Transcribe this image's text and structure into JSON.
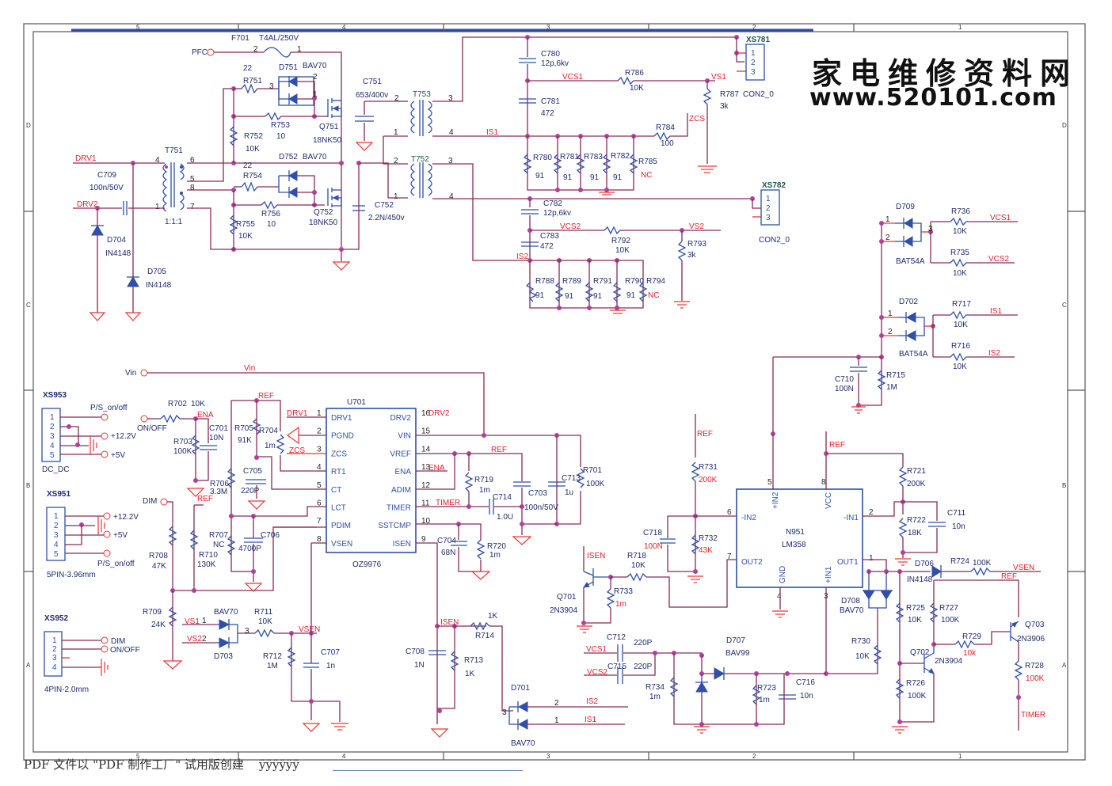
{
  "watermark": {
    "chinese": "家电维修资料网",
    "url": "www.520101.com"
  },
  "footer": {
    "text": "PDF 文件以 \"PDF 制作工厂\" 试用版创建",
    "trail": "ÿÿÿÿÿÿ"
  },
  "grid": {
    "top_cols": [
      "5",
      "4",
      "3",
      "2",
      "1"
    ],
    "bottom_cols": [
      "5",
      "4",
      "3",
      "2",
      "1"
    ],
    "left_rows": [
      "D",
      "C",
      "B",
      "A"
    ],
    "right_rows": [
      "D",
      "C",
      "B",
      "A"
    ]
  },
  "colors": {
    "wire": "#8a2a55",
    "net_label": "#e0202a",
    "component": "#2f4fa8",
    "junction": "#b0409a",
    "ground": "#e33333"
  },
  "nets": {
    "pfc": "PFC",
    "drv1": "DRV1",
    "drv2": "DRV2",
    "vin_port": "Vin",
    "vin_net": "Vin",
    "vcs1": "VCS1",
    "vcs2": "VCS2",
    "vs1": "VS1",
    "vs2": "VS2",
    "is1": "IS1",
    "is2": "IS2",
    "zcs": "ZCS",
    "ref": "REF",
    "ena": "ENA",
    "timer": "TIMER",
    "isen": "ISEN",
    "vsen": "VSEN",
    "dim": "DIM",
    "onoff": "ON/OFF"
  },
  "components": {
    "F701": {
      "ref": "F701",
      "value": "T4AL/250V"
    },
    "R751": {
      "ref": "R751",
      "value": "22"
    },
    "D751": {
      "ref": "D751",
      "value": "BAV70"
    },
    "R753": {
      "ref": "R753",
      "value": "10"
    },
    "R752": {
      "ref": "R752",
      "value": "10K"
    },
    "Q751": {
      "ref": "Q751",
      "value": "18NK50"
    },
    "D752": {
      "ref": "D752",
      "value": "BAV70"
    },
    "R754": {
      "ref": "R754",
      "value": "22"
    },
    "R756": {
      "ref": "R756",
      "value": "10"
    },
    "R755": {
      "ref": "R755",
      "value": "10K"
    },
    "Q752": {
      "ref": "Q752",
      "value": "18NK50"
    },
    "T751": {
      "ref": "T751",
      "value": "1:1:1"
    },
    "C709": {
      "ref": "C709",
      "value": "100n/50V"
    },
    "D704": {
      "ref": "D704",
      "value": "IN4148"
    },
    "D705": {
      "ref": "D705",
      "value": "IN4148"
    },
    "C751": {
      "ref": "C751",
      "value": "653/400v"
    },
    "C752": {
      "ref": "C752",
      "value": "2.2N/450v"
    },
    "T753": {
      "ref": "T753"
    },
    "T752": {
      "ref": "T752"
    },
    "C780": {
      "ref": "C780",
      "value": "12p,6kv"
    },
    "C781": {
      "ref": "C781",
      "value": "472"
    },
    "R786": {
      "ref": "R786",
      "value": "10K"
    },
    "R787": {
      "ref": "R787",
      "value": "3k"
    },
    "R784": {
      "ref": "R784",
      "value": "100"
    },
    "R780": {
      "ref": "R780",
      "value": "91"
    },
    "R781": {
      "ref": "R781",
      "value": "91"
    },
    "R783": {
      "ref": "R783",
      "value": "91"
    },
    "R782": {
      "ref": "R782",
      "value": "91"
    },
    "R785": {
      "ref": "R785",
      "value": "NC"
    },
    "C782": {
      "ref": "C782",
      "value": "12p,6kv"
    },
    "C783": {
      "ref": "C783",
      "value": "472"
    },
    "R792": {
      "ref": "R792",
      "value": "10K"
    },
    "R793": {
      "ref": "R793",
      "value": "3k"
    },
    "R788": {
      "ref": "R788",
      "value": "91"
    },
    "R789": {
      "ref": "R789",
      "value": "91"
    },
    "R791": {
      "ref": "R791",
      "value": "91"
    },
    "R790": {
      "ref": "R790",
      "value": "91"
    },
    "R794": {
      "ref": "R794",
      "value": "NC"
    },
    "XS781": {
      "ref": "XS781",
      "value": "CON2_0",
      "pins": [
        "1",
        "2",
        "3"
      ]
    },
    "XS782": {
      "ref": "XS782",
      "value": "CON2_0",
      "pins": [
        "1",
        "2",
        "3"
      ]
    },
    "D709": {
      "ref": "D709",
      "value": "BAT54A"
    },
    "R736": {
      "ref": "R736",
      "value": "10K"
    },
    "R735": {
      "ref": "R735",
      "value": "10K"
    },
    "D702": {
      "ref": "D702",
      "value": "BAT54A"
    },
    "R717": {
      "ref": "R717",
      "value": "10K"
    },
    "R716": {
      "ref": "R716",
      "value": "10K"
    },
    "C710": {
      "ref": "C710",
      "value": "100N"
    },
    "R715": {
      "ref": "R715",
      "value": "1M"
    },
    "XS953": {
      "ref": "XS953",
      "value": "DC_DC",
      "pins": [
        "1",
        "2",
        "3",
        "4",
        "5"
      ],
      "signals": [
        "P/S_on/off",
        "+12.2V",
        "+5V"
      ]
    },
    "XS951": {
      "ref": "XS951",
      "value": "5PIN-3.96mm",
      "pins": [
        "1",
        "2",
        "3",
        "4",
        "5"
      ],
      "signals": [
        "+12.2V",
        "+5V",
        "P/S_on/off"
      ]
    },
    "XS952": {
      "ref": "XS952",
      "value": "4PIN-2.0mm",
      "pins": [
        "1",
        "2",
        "3",
        "4"
      ],
      "signals": [
        "DIM",
        "ON/OFF"
      ]
    },
    "R702": {
      "ref": "R702",
      "value": "10K"
    },
    "R703": {
      "ref": "R703",
      "value": "100K"
    },
    "C701": {
      "ref": "C701",
      "value": "10N"
    },
    "R705": {
      "ref": "R705",
      "value": "91K"
    },
    "R704": {
      "ref": "R704",
      "value": "1m"
    },
    "R706": {
      "ref": "R706",
      "value": "3.3M"
    },
    "C705": {
      "ref": "C705",
      "value": "220P"
    },
    "R707": {
      "ref": "R707",
      "value": "NC"
    },
    "C706": {
      "ref": "C706",
      "value": "4700P"
    },
    "R708": {
      "ref": "R708",
      "value": "47K"
    },
    "R710": {
      "ref": "R710",
      "value": "130K"
    },
    "R709": {
      "ref": "R709",
      "value": "24K"
    },
    "D703": {
      "ref": "D703",
      "value": "BAV70"
    },
    "R711": {
      "ref": "R711",
      "value": "10K"
    },
    "R712": {
      "ref": "R712",
      "value": "1M"
    },
    "C707": {
      "ref": "C707",
      "value": "1n"
    },
    "U701": {
      "ref": "U701",
      "value": "OZ9976",
      "left_pins": [
        {
          "num": "1",
          "name": "DRV1"
        },
        {
          "num": "2",
          "name": "PGND"
        },
        {
          "num": "3",
          "name": "ZCS"
        },
        {
          "num": "4",
          "name": "RT1"
        },
        {
          "num": "5",
          "name": "CT"
        },
        {
          "num": "6",
          "name": "LCT"
        },
        {
          "num": "7",
          "name": "PDIM"
        },
        {
          "num": "8",
          "name": "VSEN"
        }
      ],
      "right_pins": [
        {
          "num": "16",
          "name": "DRV2"
        },
        {
          "num": "15",
          "name": "VIN"
        },
        {
          "num": "14",
          "name": "VREF"
        },
        {
          "num": "13",
          "name": "ENA"
        },
        {
          "num": "12",
          "name": "ADIM"
        },
        {
          "num": "11",
          "name": "TIMER"
        },
        {
          "num": "10",
          "name": "SSTCMP"
        },
        {
          "num": "9",
          "name": "ISEN"
        }
      ]
    },
    "R719": {
      "ref": "R719",
      "value": "1m"
    },
    "C714": {
      "ref": "C714",
      "value": "1.0U"
    },
    "C703": {
      "ref": "C703",
      "value": "100n/50V"
    },
    "C713": {
      "ref": "C713",
      "value": "1u"
    },
    "R701": {
      "ref": "R701",
      "value": "100K"
    },
    "C704": {
      "ref": "C704",
      "value": "68N"
    },
    "R720": {
      "ref": "R720",
      "value": "1m"
    },
    "C708": {
      "ref": "C708",
      "value": "1N"
    },
    "R713": {
      "ref": "R713",
      "value": "1K"
    },
    "R714": {
      "ref": "R714",
      "value": "1K"
    },
    "D701": {
      "ref": "D701",
      "value": "BAV70"
    },
    "Q701": {
      "ref": "Q701",
      "value": "2N3904"
    },
    "R733": {
      "ref": "R733",
      "value": "1m"
    },
    "R718": {
      "ref": "R718",
      "value": "10K"
    },
    "R731": {
      "ref": "R731",
      "value": "200K"
    },
    "R732": {
      "ref": "R732",
      "value": "43K"
    },
    "C718": {
      "ref": "C718",
      "value": "100N"
    },
    "N951": {
      "ref": "N951",
      "value": "LM358",
      "pins": {
        "in2p": "+IN2",
        "vcc": "VCC",
        "in2n": "-IN2",
        "in1n": "-IN1",
        "out2": "OUT2",
        "out1": "OUT1",
        "gnd": "GND",
        "in1p": "+IN1"
      },
      "pin_nums": {
        "in2p": "5",
        "vcc": "8",
        "in2n": "6",
        "in1n": "2",
        "out2": "7",
        "out1": "1",
        "gnd": "4",
        "in1p": "3"
      }
    },
    "C712": {
      "ref": "C712",
      "value": "220P"
    },
    "C715": {
      "ref": "C715",
      "value": "220P"
    },
    "D707": {
      "ref": "D707",
      "value": "BAV99"
    },
    "R734": {
      "ref": "R734",
      "value": "1m"
    },
    "R723": {
      "ref": "R723",
      "value": "1m"
    },
    "C716": {
      "ref": "C716",
      "value": "10n"
    },
    "R721": {
      "ref": "R721",
      "value": "200K"
    },
    "R722": {
      "ref": "R722",
      "value": "18K"
    },
    "C711": {
      "ref": "C711",
      "value": "10n"
    },
    "D706": {
      "ref": "D706",
      "value": "IN4148"
    },
    "R724": {
      "ref": "R724",
      "value": "100K"
    },
    "D708": {
      "ref": "D708",
      "value": "BAV70"
    },
    "R730": {
      "ref": "R730",
      "value": "10K"
    },
    "R725": {
      "ref": "R725",
      "value": "10K"
    },
    "R727": {
      "ref": "R727",
      "value": "100K"
    },
    "R729": {
      "ref": "R729",
      "value": "10k"
    },
    "Q702": {
      "ref": "Q702",
      "value": "2N3904"
    },
    "R726": {
      "ref": "R726",
      "value": "100K"
    },
    "Q703": {
      "ref": "Q703",
      "value": "2N3906"
    },
    "R728": {
      "ref": "R728",
      "value": "100K"
    }
  }
}
